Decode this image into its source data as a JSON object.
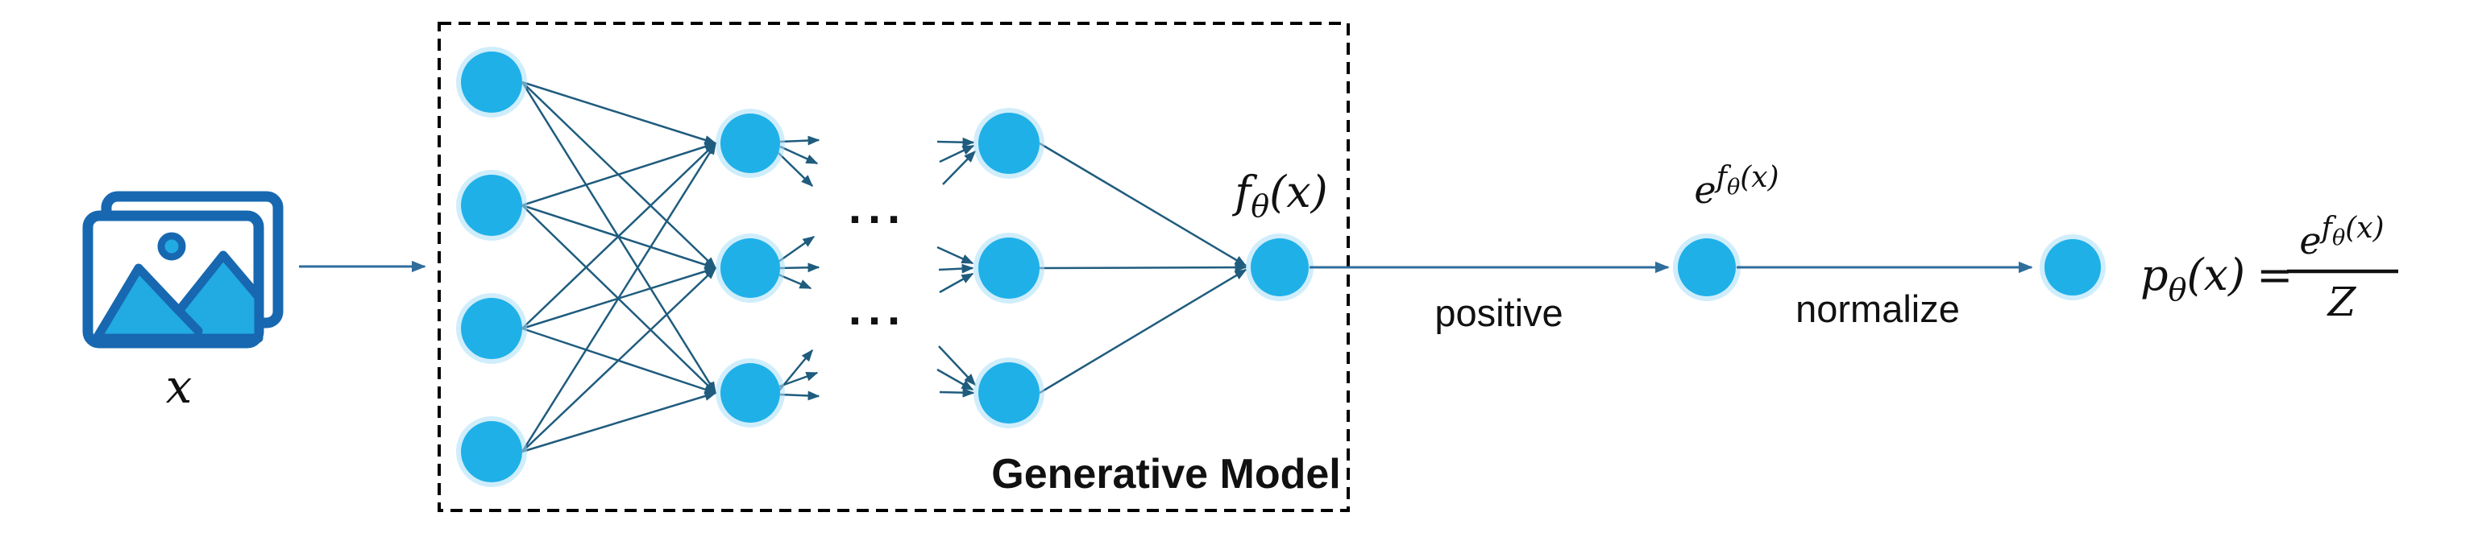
{
  "labels": {
    "input_x": "x",
    "ellipsis": "...",
    "f_base": "f",
    "f_sub": "θ",
    "f_args": "(x)",
    "exp_base": "e",
    "exp_sup_f": "f",
    "exp_sup_theta": "θ",
    "exp_sup_args": "(x)",
    "positive": "positive",
    "normalize": "normalize",
    "generative_model": "Generative Model",
    "p_base": "p",
    "p_sub": "θ",
    "p_args": "(x)",
    "equals": "=",
    "frac_num_base": "e",
    "frac_num_sup_f": "f",
    "frac_num_sup_theta": "θ",
    "frac_num_sup_args": "(x)",
    "frac_den": "Z"
  },
  "colors": {
    "node_fill": "#1fb0e8",
    "node_halo": "#a9dff7",
    "edge": "#1f5c7e",
    "arrow": "#2f6d9b",
    "icon_stroke": "#1768b0",
    "icon_fill": "#22aae2",
    "box_border": "#000000",
    "text": "#111111",
    "background": "#ffffff"
  }
}
